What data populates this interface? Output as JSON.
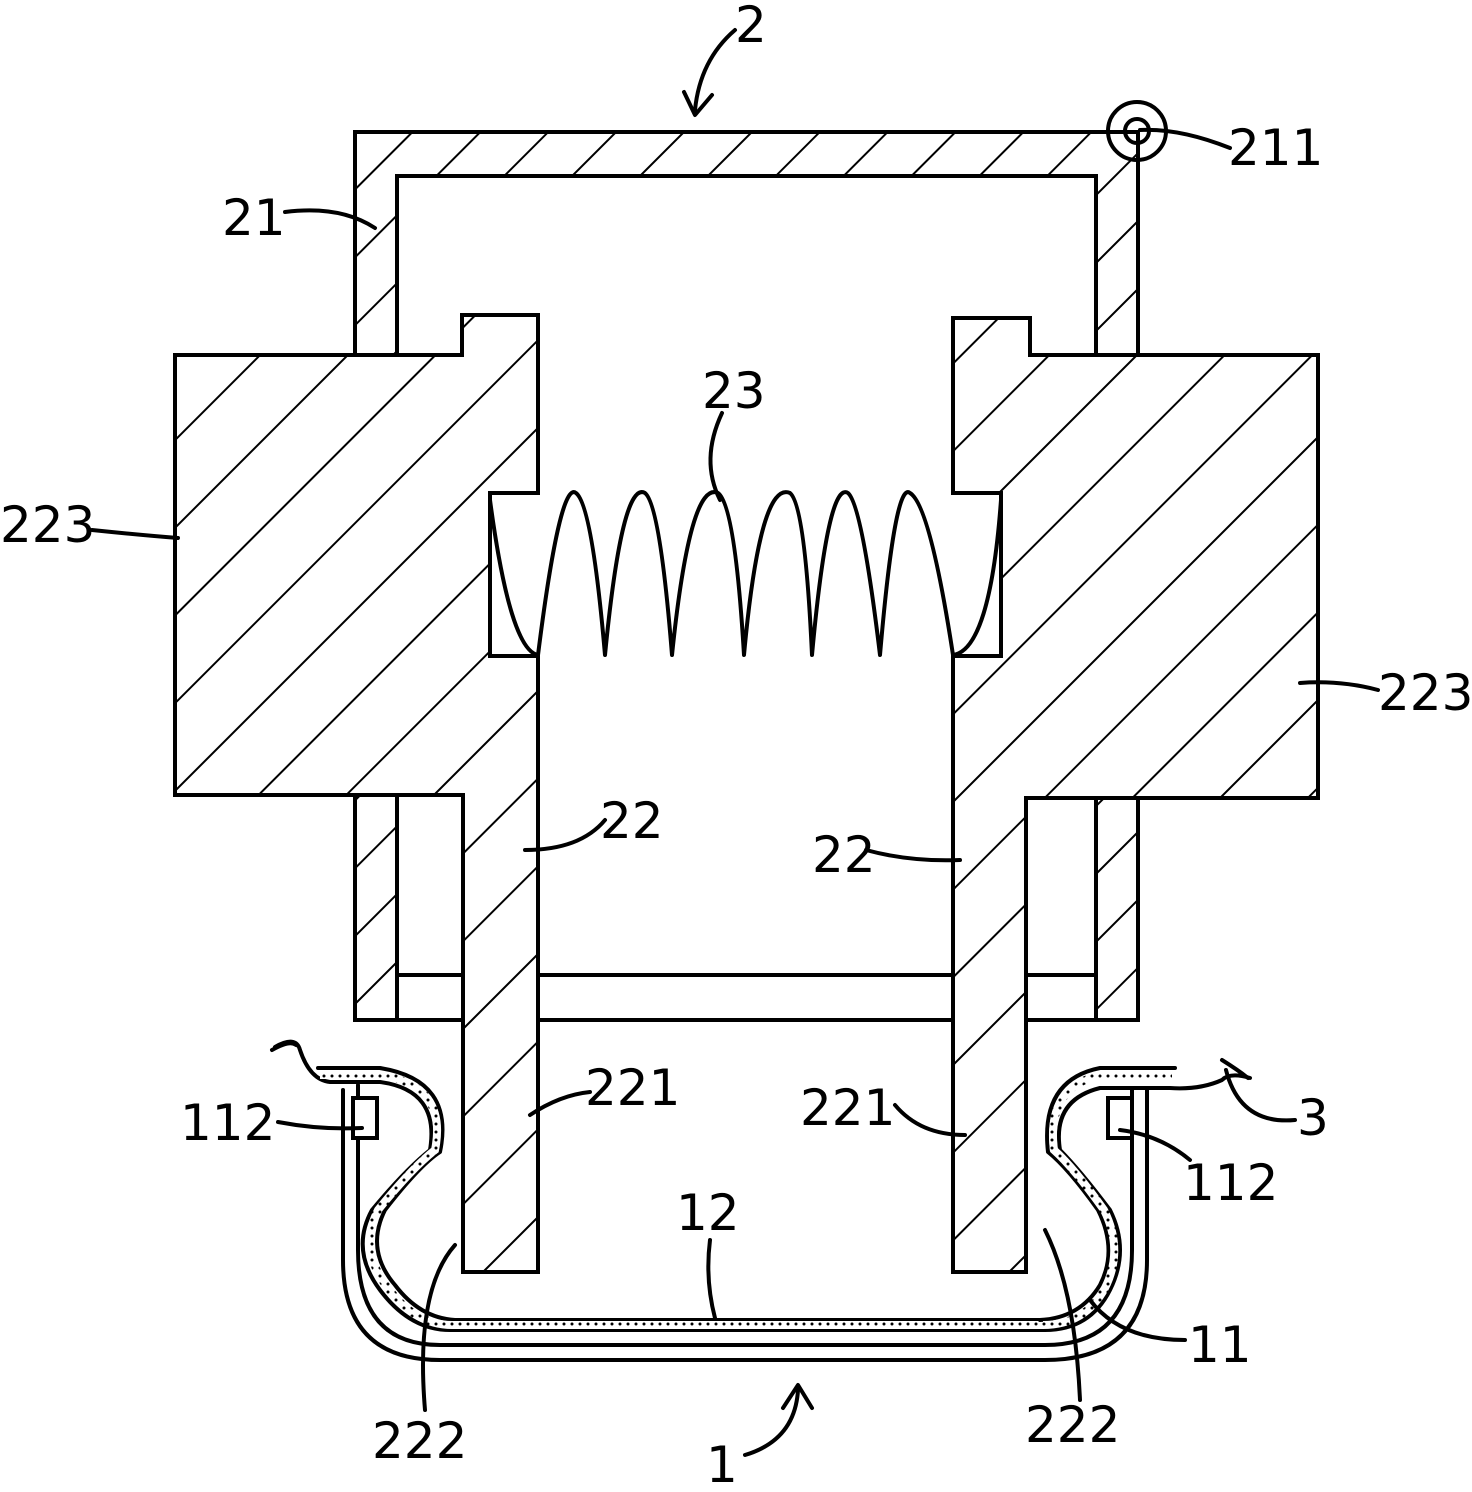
{
  "labels": {
    "assembly_top": "2",
    "cover": "21",
    "cover_pin": "211",
    "spring": "23",
    "block_left": "223",
    "block_right": "223",
    "tube_left": "22",
    "tube_right": "22",
    "tube_end_left": "221",
    "tube_end_right": "221",
    "clip_left": "112",
    "clip_right": "112",
    "film": "3",
    "cup_bottom": "12",
    "cup_wall": "11",
    "lip_left": "222",
    "lip_right": "222",
    "assembly_bottom": "1"
  },
  "colors": {
    "ink": "#000000",
    "paper": "#ffffff"
  }
}
